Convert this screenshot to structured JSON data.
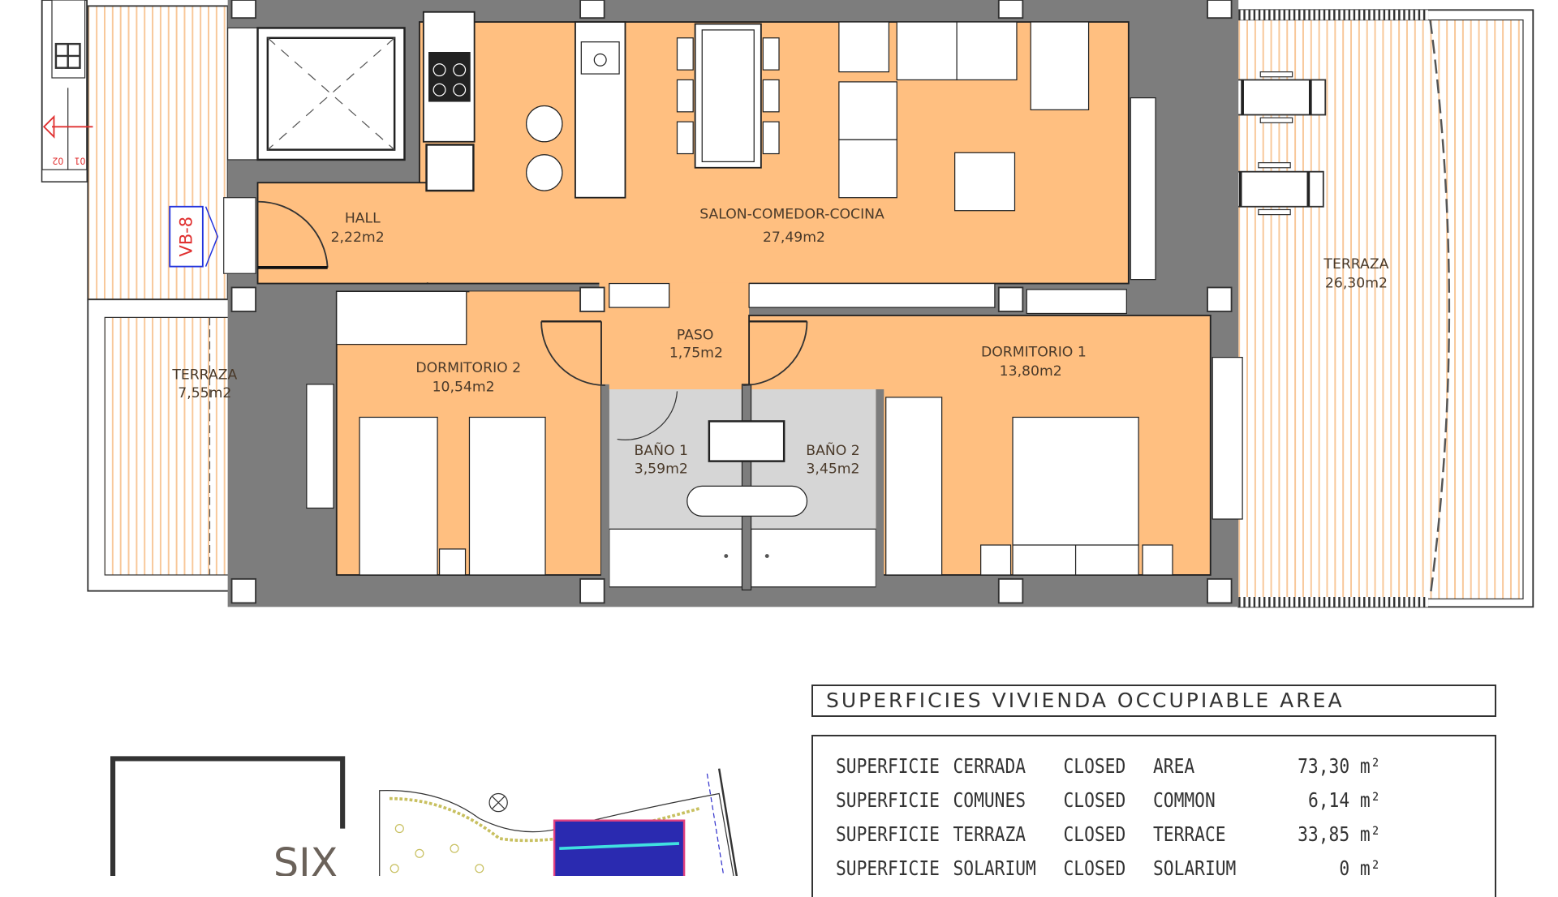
{
  "rooms": {
    "hall": {
      "name": "HALL",
      "area": "2,22m2"
    },
    "salon": {
      "name": "SALON-COMEDOR-COCINA",
      "area": "27,49m2"
    },
    "paso": {
      "name": "PASO",
      "area": "1,75m2"
    },
    "dormitorio2": {
      "name": "DORMITORIO 2",
      "area": "10,54m2"
    },
    "dormitorio1": {
      "name": "DORMITORIO 1",
      "area": "13,80m2"
    },
    "bano1": {
      "name": "BAÑO 1",
      "area": "3,59m2"
    },
    "bano2": {
      "name": "BAÑO 2",
      "area": "3,45m2"
    },
    "terraza_left": {
      "name": "TERRAZA",
      "area": "7,55m2"
    },
    "terraza_right": {
      "name": "TERRAZA",
      "area": "26,30m2"
    }
  },
  "unit_tag": "VB-8",
  "meter_labels": [
    "02",
    "01"
  ],
  "logo_text": "SIX",
  "table": {
    "title": "SUPERFICIES VIVIENDA OCCUPIABLE AREA",
    "rows": [
      {
        "es1": "SUPERFICIE",
        "es2": "CERRADA",
        "en1": "CLOSED",
        "en2": "AREA",
        "value": "73,30 m²"
      },
      {
        "es1": "SUPERFICIE",
        "es2": "COMUNES",
        "en1": "CLOSED",
        "en2": "COMMON",
        "value": "6,14 m²"
      },
      {
        "es1": "SUPERFICIE",
        "es2": "TERRAZA",
        "en1": "CLOSED",
        "en2": "TERRACE",
        "value": "33,85 m²"
      },
      {
        "es1": "SUPERFICIE",
        "es2": "SOLARIUM",
        "en1": "CLOSED",
        "en2": "SOLARIUM",
        "value": "0 m²"
      }
    ]
  },
  "colors": {
    "floor": "#ffbf80",
    "wall": "#7d7d7d",
    "bath": "#d6d6d6",
    "terrace_stripe": "#f8c89a",
    "tag": "#2233dd",
    "tag_text": "#e03030"
  }
}
